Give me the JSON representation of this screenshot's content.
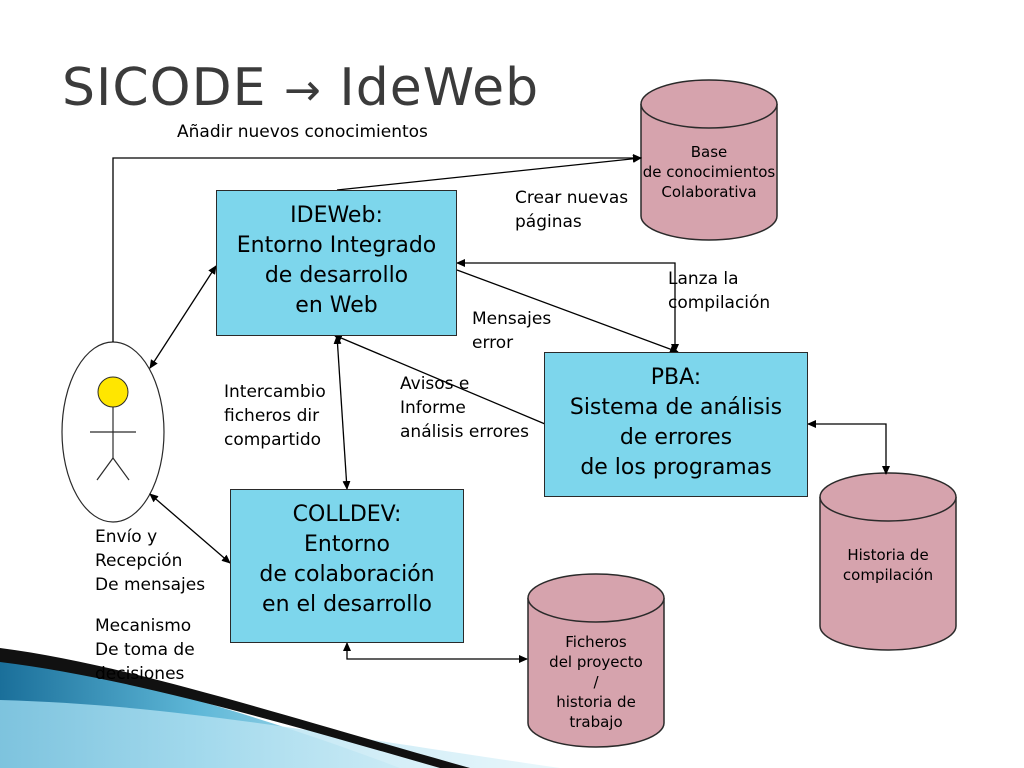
{
  "title": {
    "left": "SICODE",
    "arrow": "→",
    "right": "IdeWeb"
  },
  "boxes": {
    "ideweb": {
      "name": "IDEWeb",
      "colon": ":",
      "lines": [
        "Entorno Integrado",
        "de desarrollo",
        "en Web"
      ]
    },
    "pba": {
      "name": "PBA",
      "colon": ":",
      "lines": [
        "Sistema de análisis",
        "de errores",
        "de los programas"
      ]
    },
    "colldev": {
      "name": "COLLDEV",
      "colon": ":",
      "lines": [
        "Entorno",
        "de colaboración",
        "en el desarrollo"
      ]
    }
  },
  "cylinders": {
    "base": [
      "Base",
      "de conocimientos",
      "Colaborativa"
    ],
    "historia": [
      "Historia de",
      "compilación"
    ],
    "ficheros": [
      "Ficheros",
      "del proyecto",
      "/",
      "historia de",
      "trabajo"
    ]
  },
  "labels": {
    "anadir": "Añadir nuevos conocimientos",
    "crear": [
      "Crear nuevas",
      "páginas"
    ],
    "lanza": [
      "Lanza la",
      "compilación"
    ],
    "mensajes_error": [
      "Mensajes",
      "error"
    ],
    "avisos": [
      "Avisos e",
      "Informe",
      "análisis errores"
    ],
    "intercambio": [
      "Intercambio",
      "ficheros dir",
      "compartido"
    ],
    "envio": [
      "Envío y",
      "Recepción",
      "De mensajes"
    ],
    "mecanismo": [
      "Mecanismo",
      "De toma de",
      "decisiones"
    ]
  },
  "colors": {
    "box_fill": "#7dd6ec",
    "cylinder_fill": "#d6a3ad",
    "actor_head": "#ffe600",
    "title": "#3b3b3b"
  }
}
